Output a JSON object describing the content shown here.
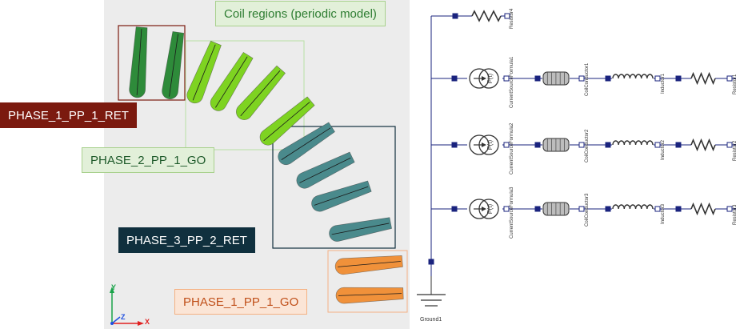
{
  "left_panel": {
    "title": "Coil regions (periodic model)",
    "region_labels": [
      {
        "text": "PHASE_1_PP_1_RET",
        "color": "#7b1a0f"
      },
      {
        "text": "PHASE_2_PP_1_GO",
        "color": "#e2f0d9"
      },
      {
        "text": "PHASE_3_PP_2_RET",
        "color": "#10303e"
      },
      {
        "text": "PHASE_1_PP_1_GO",
        "color": "#fbe5d6"
      }
    ],
    "coil_colors": {
      "phase1_ret": "#2e8b3a",
      "phase2_go": "#7ed321",
      "phase3_ret": "#4a8a8c",
      "phase1_go": "#f0913a"
    },
    "axes": {
      "y": "Y",
      "x": "X",
      "z": "Z"
    }
  },
  "circuit": {
    "components": {
      "resistor4": "Resistor4",
      "current_sources": [
        "CurrentSourceFormula1",
        "CurrentSourceFormula2",
        "CurrentSourceFormula3"
      ],
      "coil_conductors": [
        "CoilConductor1",
        "CoilConductor2",
        "CoilConductor3"
      ],
      "inductors": [
        "Inductor1",
        "Inductor2",
        "Inductor3"
      ],
      "resistors": [
        "Resistor1",
        "Resistor2",
        "Resistor3"
      ],
      "ground": "Ground1"
    },
    "source_symbol": "F(t)",
    "wire_color": "#1a237e"
  }
}
